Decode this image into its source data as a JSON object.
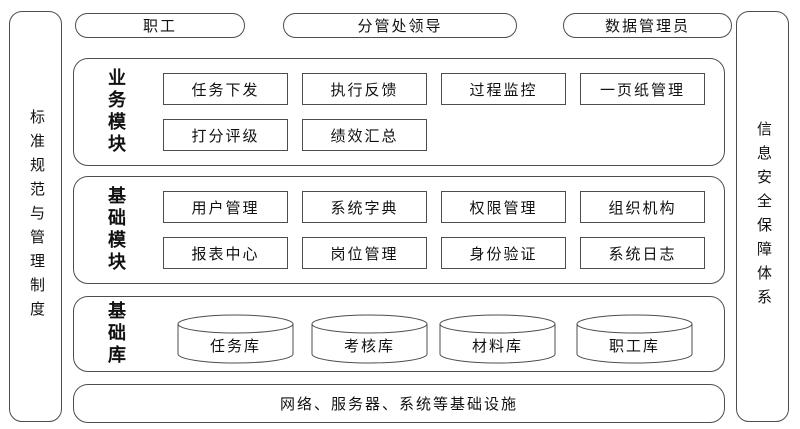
{
  "pillars": {
    "left": "标准规范与管理制度",
    "right": "信息安全保障体系"
  },
  "actors": [
    "职工",
    "分管处领导",
    "数据管理员"
  ],
  "sections": {
    "business": {
      "label": "业务模块",
      "boxes": [
        "任务下发",
        "执行反馈",
        "过程监控",
        "一页纸管理",
        "打分评级",
        "绩效汇总"
      ]
    },
    "platform": {
      "label": "基础模块",
      "boxes": [
        "用户管理",
        "系统字典",
        "权限管理",
        "组织机构",
        "报表中心",
        "岗位管理",
        "身份验证",
        "系统日志"
      ]
    },
    "databases": {
      "label": "基础库",
      "cylinders": [
        "任务库",
        "考核库",
        "材料库",
        "职工库"
      ]
    },
    "infrastructure": {
      "label": "网络、服务器、系统等基础设施"
    }
  },
  "colors": {
    "line": "#4d4d4d",
    "text": "#111111",
    "background": "#ffffff"
  }
}
